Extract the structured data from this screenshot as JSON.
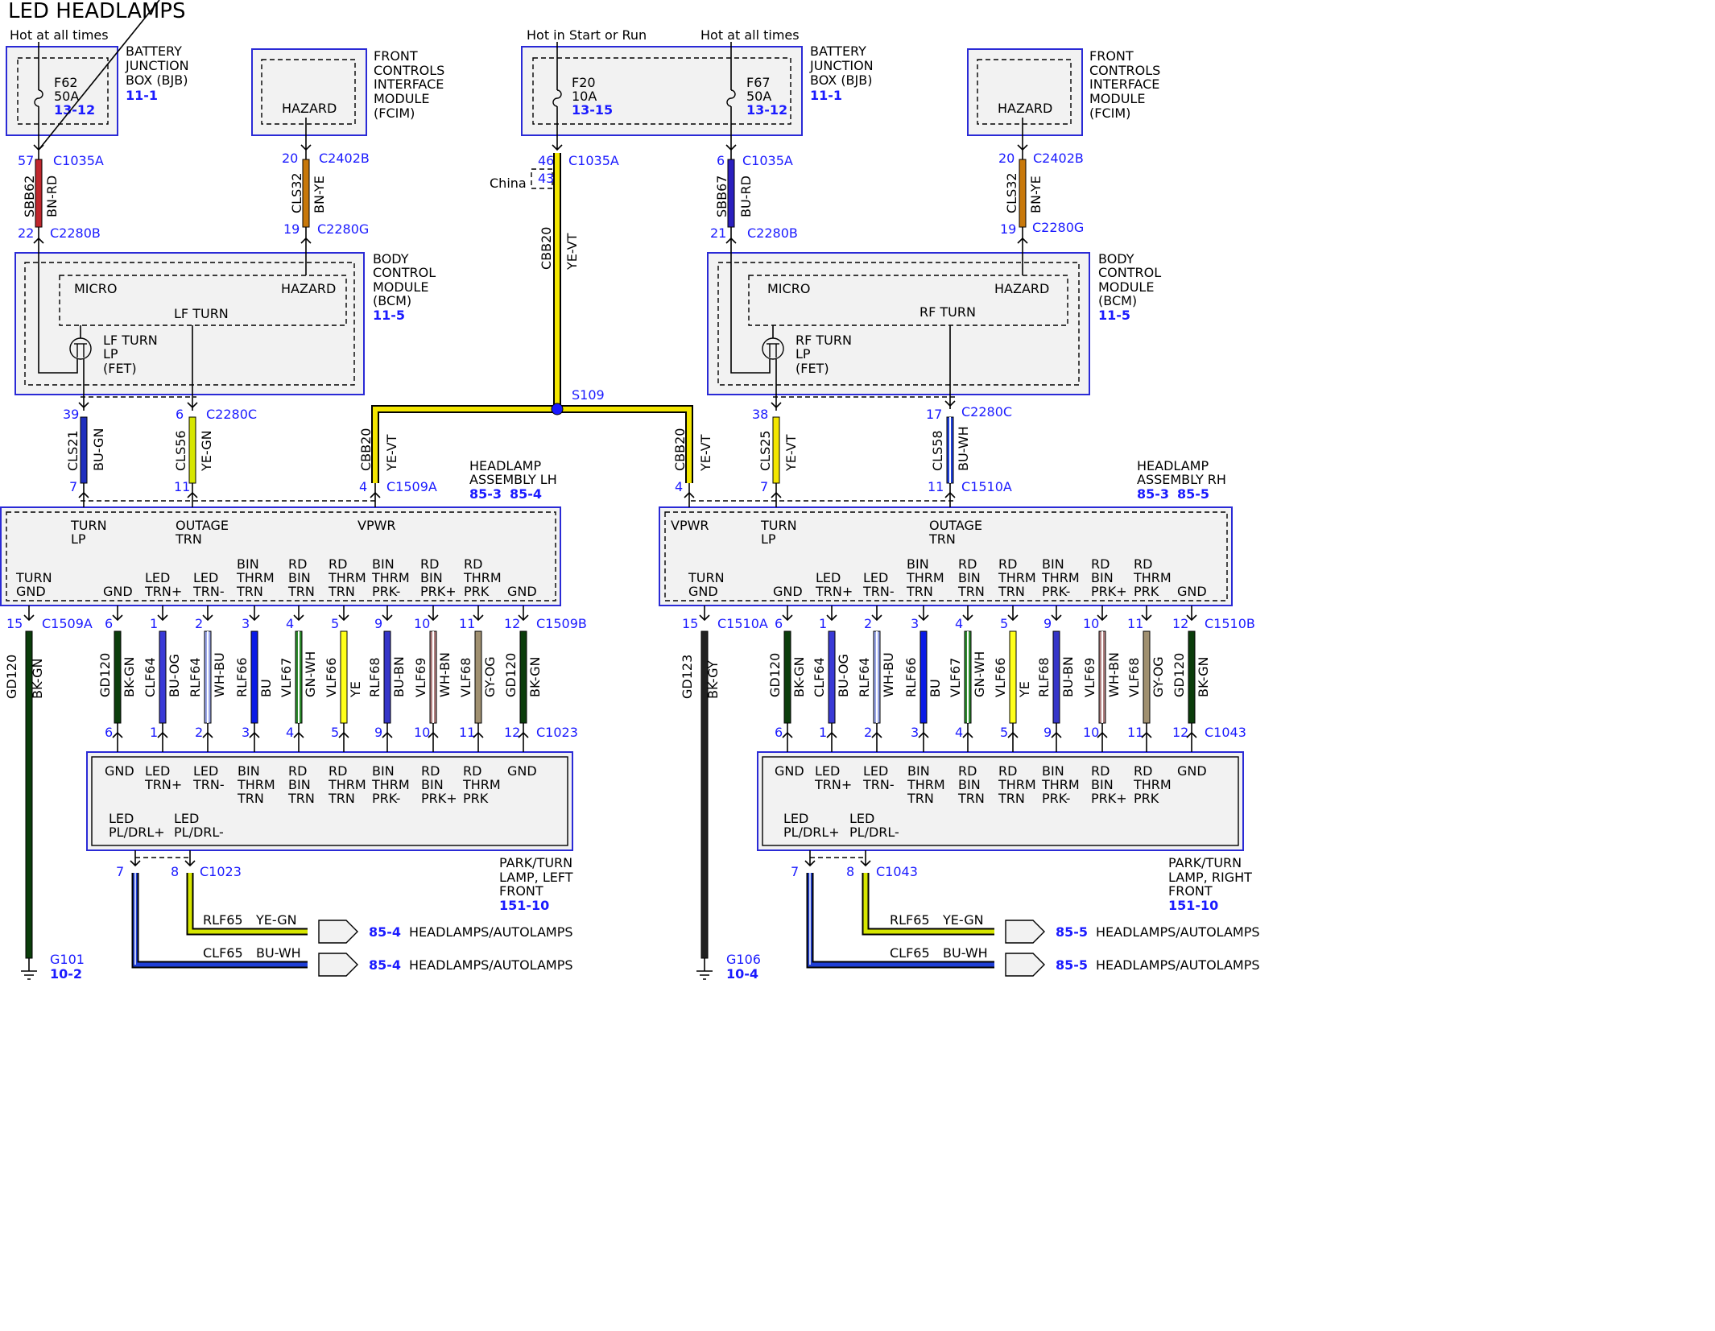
{
  "title": "LED HEADLAMPS",
  "colors": {
    "box_border": "#2a2ad6",
    "box_fill": "#f2f2f2",
    "ref_text": "#1a1aff",
    "BN-RD": "#c0272d",
    "BN-YE": "#c8780a",
    "YE-VT": "#f3e600",
    "BU-RD": "#2b1fbf",
    "BU-GN": "#1f2fbf",
    "YE-GN": "#d6e600",
    "BU-WH": "#1f3fd6",
    "BK-GN": "#0b3d0b",
    "BU-OG": "#3a3ad6",
    "WH-BU": "#9aa6e6",
    "BU": "#0a1ae6",
    "GN-WH": "#2e8b2e",
    "YE": "#ffff1a",
    "BU-BN": "#3535c8",
    "WH-BN": "#b08080",
    "GY-OG": "#a09070",
    "BK-GY": "#202020"
  },
  "power": {
    "hot_left": "Hot at all times",
    "hot_start_run": "Hot in Start or Run",
    "hot_right": "Hot at all times"
  },
  "bjb_left": {
    "name": [
      "BATTERY",
      "JUNCTION",
      "BOX (BJB)"
    ],
    "ref": "11-1",
    "fuse": {
      "id": "F62",
      "amp": "50A",
      "ref": "13-12"
    }
  },
  "bjb_center": {
    "name": [
      "BATTERY",
      "JUNCTION",
      "BOX (BJB)"
    ],
    "ref": "11-1",
    "fuse_a": {
      "id": "F20",
      "amp": "10A",
      "ref": "13-15"
    },
    "fuse_b": {
      "id": "F67",
      "amp": "50A",
      "ref": "13-12"
    }
  },
  "fcim_left": {
    "name": [
      "FRONT",
      "CONTROLS",
      "INTERFACE",
      "MODULE",
      "(FCIM)"
    ],
    "label": "HAZARD"
  },
  "fcim_right": {
    "name": [
      "FRONT",
      "CONTROLS",
      "INTERFACE",
      "MODULE",
      "(FCIM)"
    ],
    "label": "HAZARD"
  },
  "bcm_left": {
    "name": [
      "BODY",
      "CONTROL",
      "MODULE",
      "(BCM)"
    ],
    "ref": "11-5",
    "micro": "MICRO",
    "hazard": "HAZARD",
    "turn": "LF TURN",
    "fet": [
      "LF TURN",
      "LP",
      "(FET)"
    ]
  },
  "bcm_right": {
    "name": [
      "BODY",
      "CONTROL",
      "MODULE",
      "(BCM)"
    ],
    "ref": "11-5",
    "micro": "MICRO",
    "hazard": "HAZARD",
    "turn": "RF TURN",
    "fet": [
      "RF TURN",
      "LP",
      "(FET)"
    ]
  },
  "upper_wires": {
    "sbb62": {
      "pin_top": "57",
      "conn_top": "C1035A",
      "circuit": "SBB62",
      "color": "BN-RD",
      "pin_bot": "22",
      "conn_bot": "C2280B"
    },
    "cls32_l": {
      "pin_top": "20",
      "conn_top": "C2402B",
      "circuit": "CLS32",
      "color": "BN-YE",
      "pin_bot": "19",
      "conn_bot": "C2280G"
    },
    "cbb20": {
      "pin_top": "46",
      "conn_top": "C1035A",
      "china_label": "China",
      "china_pin": "43",
      "circuit": "CBB20",
      "color": "YE-VT"
    },
    "sbb67": {
      "pin_top": "6",
      "conn_top": "C1035A",
      "circuit": "SBB67",
      "color": "BU-RD",
      "pin_bot": "21",
      "conn_bot": "C2280B"
    },
    "cls32_r": {
      "pin_top": "20",
      "conn_top": "C2402B",
      "circuit": "CLS32",
      "color": "BN-YE",
      "pin_bot": "19",
      "conn_bot": "C2280G"
    }
  },
  "splice": "S109",
  "mid_wires_left": {
    "cls21": {
      "pin_top": "39",
      "circuit": "CLS21",
      "color": "BU-GN",
      "pin_bot": "7"
    },
    "cls56": {
      "pin_top": "6",
      "conn_top": "C2280C",
      "circuit": "CLS56",
      "color": "YE-GN",
      "pin_bot": "11"
    },
    "cbb20": {
      "circuit": "CBB20",
      "color": "YE-VT",
      "pin_bot": "4",
      "conn_bot": "C1509A"
    }
  },
  "mid_wires_right": {
    "cbb20": {
      "circuit": "CBB20",
      "color": "YE-VT",
      "pin_bot": "4"
    },
    "cls25": {
      "pin_top": "38",
      "circuit": "CLS25",
      "color": "YE-VT",
      "pin_bot": "7"
    },
    "cls58": {
      "pin_top": "17",
      "conn_top": "C2280C",
      "circuit": "CLS58",
      "color": "BU-WH",
      "pin_bot": "11",
      "conn_bot": "C1510A"
    }
  },
  "headlamp_lh": {
    "name": [
      "HEADLAMP",
      "ASSEMBLY LH"
    ],
    "ref_a": "85-3",
    "ref_b": "85-4",
    "top_pins": [
      [
        "TURN",
        "LP"
      ],
      [
        "OUTAGE",
        "TRN"
      ],
      [
        "VPWR"
      ]
    ],
    "bottom_pins": [
      [
        "TURN",
        "GND"
      ],
      [
        "GND"
      ],
      [
        "LED",
        "TRN+"
      ],
      [
        "LED",
        "TRN-"
      ],
      [
        "BIN",
        "THRM",
        "TRN"
      ],
      [
        "RD",
        "BIN",
        "TRN"
      ],
      [
        "RD",
        "THRM",
        "TRN"
      ],
      [
        "BIN",
        "THRM",
        "PRK-"
      ],
      [
        "RD",
        "BIN",
        "PRK+"
      ],
      [
        "RD",
        "THRM",
        "PRK"
      ],
      [
        "GND"
      ]
    ]
  },
  "headlamp_rh": {
    "name": [
      "HEADLAMP",
      "ASSEMBLY RH"
    ],
    "ref_a": "85-3",
    "ref_b": "85-5",
    "top_pins": [
      [
        "VPWR"
      ],
      [
        "TURN",
        "LP"
      ],
      [
        "OUTAGE",
        "TRN"
      ]
    ],
    "bottom_pins": [
      [
        "TURN",
        "GND"
      ],
      [
        "GND"
      ],
      [
        "LED",
        "TRN+"
      ],
      [
        "LED",
        "TRN-"
      ],
      [
        "BIN",
        "THRM",
        "TRN"
      ],
      [
        "RD",
        "BIN",
        "TRN"
      ],
      [
        "RD",
        "THRM",
        "TRN"
      ],
      [
        "BIN",
        "THRM",
        "PRK-"
      ],
      [
        "RD",
        "BIN",
        "PRK+"
      ],
      [
        "RD",
        "THRM",
        "PRK"
      ],
      [
        "GND"
      ]
    ]
  },
  "lower_wires_left": {
    "gnd": {
      "pin": "15",
      "conn": "C1509A",
      "circuit": "GD120",
      "color": "BK-GN"
    },
    "conn_top_right": "C1509B",
    "conn_bottom": "C1023",
    "wires": [
      {
        "pin": "6",
        "circuit": "GD120",
        "color": "BK-GN"
      },
      {
        "pin": "1",
        "circuit": "CLF64",
        "color": "BU-OG"
      },
      {
        "pin": "2",
        "circuit": "RLF64",
        "color": "WH-BU"
      },
      {
        "pin": "3",
        "circuit": "RLF66",
        "color": "BU"
      },
      {
        "pin": "4",
        "circuit": "VLF67",
        "color": "GN-WH"
      },
      {
        "pin": "5",
        "circuit": "VLF66",
        "color": "YE"
      },
      {
        "pin": "9",
        "circuit": "RLF68",
        "color": "BU-BN"
      },
      {
        "pin": "10",
        "circuit": "VLF69",
        "color": "WH-BN"
      },
      {
        "pin": "11",
        "circuit": "VLF68",
        "color": "GY-OG"
      },
      {
        "pin": "12",
        "circuit": "GD120",
        "color": "BK-GN"
      }
    ]
  },
  "lower_wires_right": {
    "gnd": {
      "pin": "15",
      "conn": "C1510A",
      "circuit": "GD123",
      "color": "BK-GY"
    },
    "conn_top_right": "C1510B",
    "conn_bottom": "C1043",
    "wires": [
      {
        "pin": "6",
        "circuit": "GD120",
        "color": "BK-GN"
      },
      {
        "pin": "1",
        "circuit": "CLF64",
        "color": "BU-OG"
      },
      {
        "pin": "2",
        "circuit": "RLF64",
        "color": "WH-BU"
      },
      {
        "pin": "3",
        "circuit": "RLF66",
        "color": "BU"
      },
      {
        "pin": "4",
        "circuit": "VLF67",
        "color": "GN-WH"
      },
      {
        "pin": "5",
        "circuit": "VLF66",
        "color": "YE"
      },
      {
        "pin": "9",
        "circuit": "RLF68",
        "color": "BU-BN"
      },
      {
        "pin": "10",
        "circuit": "VLF69",
        "color": "WH-BN"
      },
      {
        "pin": "11",
        "circuit": "VLF68",
        "color": "GY-OG"
      },
      {
        "pin": "12",
        "circuit": "GD120",
        "color": "BK-GN"
      }
    ]
  },
  "lamp_left": {
    "name": [
      "PARK/TURN",
      "LAMP, LEFT",
      "FRONT"
    ],
    "ref": "151-10",
    "pins": [
      [
        "GND"
      ],
      [
        "LED",
        "TRN+"
      ],
      [
        "LED",
        "TRN-"
      ],
      [
        "BIN",
        "THRM",
        "TRN"
      ],
      [
        "RD",
        "BIN",
        "TRN"
      ],
      [
        "RD",
        "THRM",
        "TRN"
      ],
      [
        "BIN",
        "THRM",
        "PRK-"
      ],
      [
        "RD",
        "BIN",
        "PRK+"
      ],
      [
        "RD",
        "THRM",
        "PRK"
      ],
      [
        "GND"
      ]
    ],
    "drl_plus": [
      "LED",
      "PL/DRL+"
    ],
    "drl_minus": [
      "LED",
      "PL/DRL-"
    ],
    "out_pin_a": "7",
    "out_pin_b": "8",
    "out_conn": "C1023"
  },
  "lamp_right": {
    "name": [
      "PARK/TURN",
      "LAMP, RIGHT",
      "FRONT"
    ],
    "ref": "151-10",
    "pins": [
      [
        "GND"
      ],
      [
        "LED",
        "TRN+"
      ],
      [
        "LED",
        "TRN-"
      ],
      [
        "BIN",
        "THRM",
        "TRN"
      ],
      [
        "RD",
        "BIN",
        "TRN"
      ],
      [
        "RD",
        "THRM",
        "TRN"
      ],
      [
        "BIN",
        "THRM",
        "PRK-"
      ],
      [
        "RD",
        "BIN",
        "PRK+"
      ],
      [
        "RD",
        "THRM",
        "PRK"
      ],
      [
        "GND"
      ]
    ],
    "drl_plus": [
      "LED",
      "PL/DRL+"
    ],
    "drl_minus": [
      "LED",
      "PL/DRL-"
    ],
    "out_pin_a": "7",
    "out_pin_b": "8",
    "out_conn": "C1043"
  },
  "outputs_left": [
    {
      "circuit": "RLF65",
      "color": "YE-GN",
      "ref": "85-4",
      "label": "HEADLAMPS/AUTOLAMPS"
    },
    {
      "circuit": "CLF65",
      "color": "BU-WH",
      "ref": "85-4",
      "label": "HEADLAMPS/AUTOLAMPS"
    }
  ],
  "outputs_right": [
    {
      "circuit": "RLF65",
      "color": "YE-GN",
      "ref": "85-5",
      "label": "HEADLAMPS/AUTOLAMPS"
    },
    {
      "circuit": "CLF65",
      "color": "BU-WH",
      "ref": "85-5",
      "label": "HEADLAMPS/AUTOLAMPS"
    }
  ],
  "grounds": [
    {
      "id": "G101",
      "ref": "10-2"
    },
    {
      "id": "G106",
      "ref": "10-4"
    }
  ]
}
